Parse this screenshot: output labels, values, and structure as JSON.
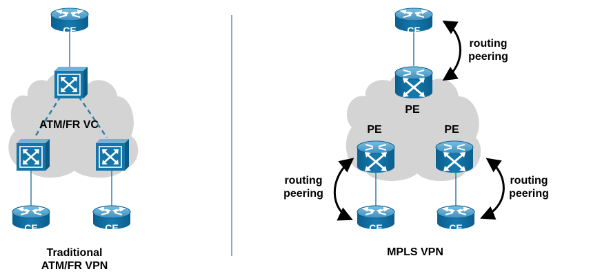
{
  "left": {
    "title_line1": "Traditional",
    "title_line2": "ATM/FR VPN",
    "cloud_label": "ATM/FR VC",
    "ce_top": "CE",
    "ce_bottom_left": "CE",
    "ce_bottom_right": "CE"
  },
  "right": {
    "title": "MPLS VPN",
    "pe_top": "PE",
    "pe_left": "PE",
    "pe_right": "PE",
    "ce_top": "CE",
    "ce_bottom_left": "CE",
    "ce_bottom_right": "CE",
    "peering_top_line1": "routing",
    "peering_top_line2": "peering",
    "peering_left_line1": "routing",
    "peering_left_line2": "peering",
    "peering_right_line1": "routing",
    "peering_right_line2": "peering"
  },
  "colors": {
    "device": "#0b6a9c",
    "device_top": "#5aa6cc",
    "cloud": "#d4d4d4",
    "divider": "#5b8fae",
    "link": "#2f7ea8"
  },
  "icons": {
    "ce": "router-icon",
    "pe": "router-icon",
    "atm_switch": "atm-switch-icon"
  }
}
